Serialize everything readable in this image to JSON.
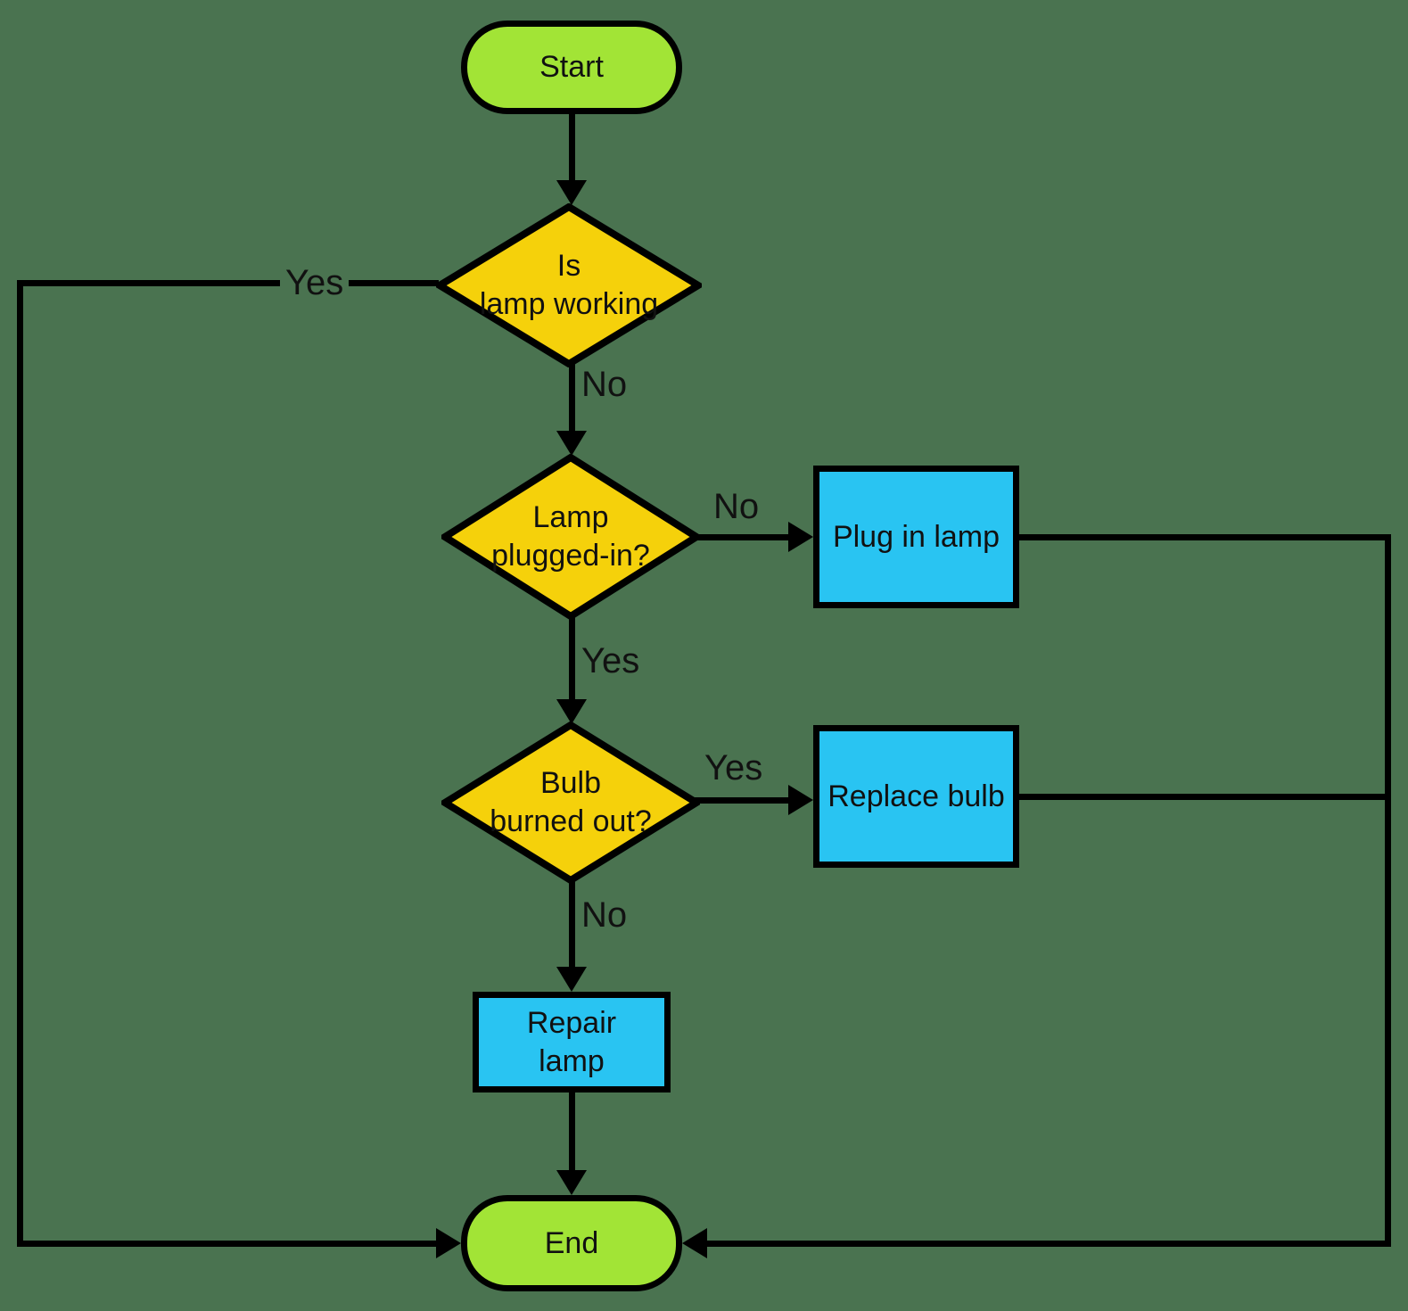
{
  "title": "Lamp troubleshooting flowchart",
  "colors": {
    "background": "#4a7350",
    "terminal": "#a2e436",
    "decision": "#f5d10b",
    "process": "#29c4f2",
    "line": "#000000"
  },
  "nodes": {
    "start": {
      "label": "Start",
      "type": "terminal"
    },
    "working": {
      "label": "Is\nlamp working",
      "type": "decision"
    },
    "plugged": {
      "label": "Lamp\nplugged-in?",
      "type": "decision"
    },
    "bulb": {
      "label": "Bulb\nburned out?",
      "type": "decision"
    },
    "plug": {
      "label": "Plug in lamp",
      "type": "process"
    },
    "replace": {
      "label": "Replace bulb",
      "type": "process"
    },
    "repair": {
      "label": "Repair\nlamp",
      "type": "process"
    },
    "end": {
      "label": "End",
      "type": "terminal"
    }
  },
  "edge_labels": {
    "working_yes": "Yes",
    "working_no": "No",
    "plugged_no": "No",
    "plugged_yes": "Yes",
    "bulb_yes": "Yes",
    "bulb_no": "No"
  }
}
